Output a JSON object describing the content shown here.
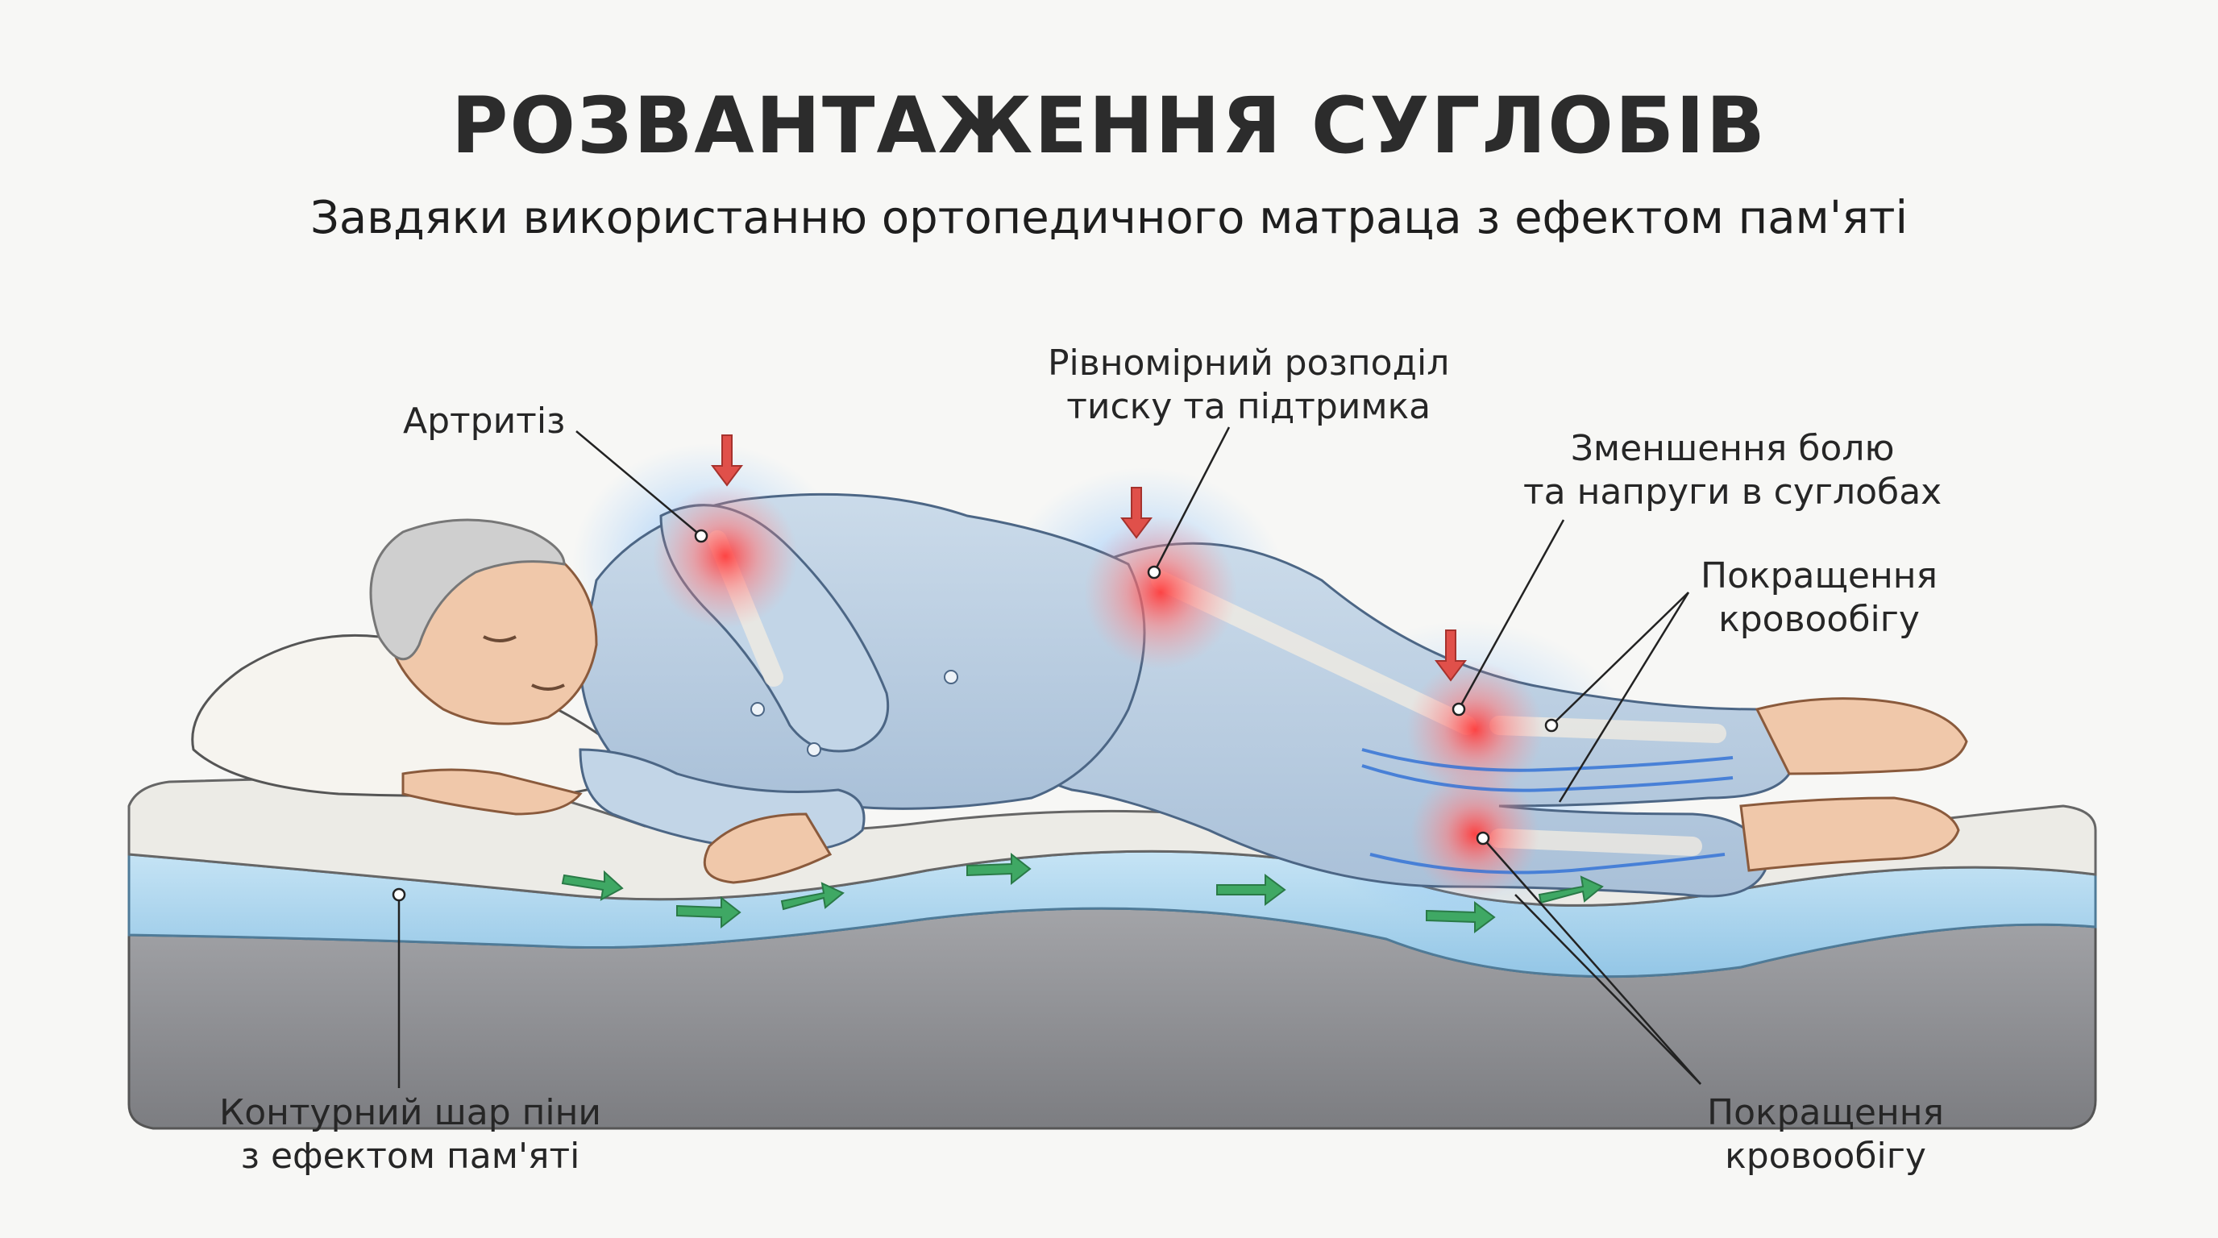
{
  "title": "РОЗВАНТАЖЕННЯ СУГЛОБІВ",
  "subtitle": "Завдяки використанню ортопедичного матраца з ефектом пам'яті",
  "labels": {
    "arthritis": "Артритіз",
    "pressure_line1": "Рівномірний розподіл",
    "pressure_line2": "тиску та підтримка",
    "pain_line1": "Зменшення болю",
    "pain_line2": "та напруги в суглобах",
    "circulation_top_line1": "Покращення",
    "circulation_top_line2": "кровообігу",
    "foam_line1": "Контурний шар піни",
    "foam_line2": "з ефектом пам'яті",
    "circulation_bottom_line1": "Покращення",
    "circulation_bottom_line2": "кровообігу"
  },
  "colors": {
    "title": "#2c2c2c",
    "pajamas": "#b9cde0",
    "foam": "#a9d3ec",
    "mattress_base": "#8e8f93",
    "mattress_top": "#ecebe6",
    "joint_glow": "#ff5a5a",
    "blue_glow": "#4fa8ff",
    "arrow_red": "#e0504a",
    "arrow_green": "#3fa864",
    "skin": "#f0c8aa",
    "hair": "#c9c9c9"
  }
}
